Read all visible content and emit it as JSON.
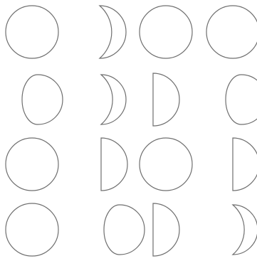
{
  "diagram": {
    "type": "moon-phase-grid",
    "rows": 4,
    "columns": 4,
    "stroke_color": "#6f6f6f",
    "fill_color": "#ffffff",
    "background_color": "#ffffff",
    "grid": [
      [
        "full-circle",
        "waxing-crescent",
        "full-circle",
        "full-circle"
      ],
      [
        "gibbous-shape",
        "crescent-shape",
        "half-circle-right",
        "gibbous-cut-off"
      ],
      [
        "full-circle",
        "half-circle-right",
        "full-circle",
        "half-circle-cut-off"
      ],
      [
        "full-circle",
        "gibbous-shape",
        "half-circle-right",
        "crescent-cut-off"
      ]
    ]
  }
}
